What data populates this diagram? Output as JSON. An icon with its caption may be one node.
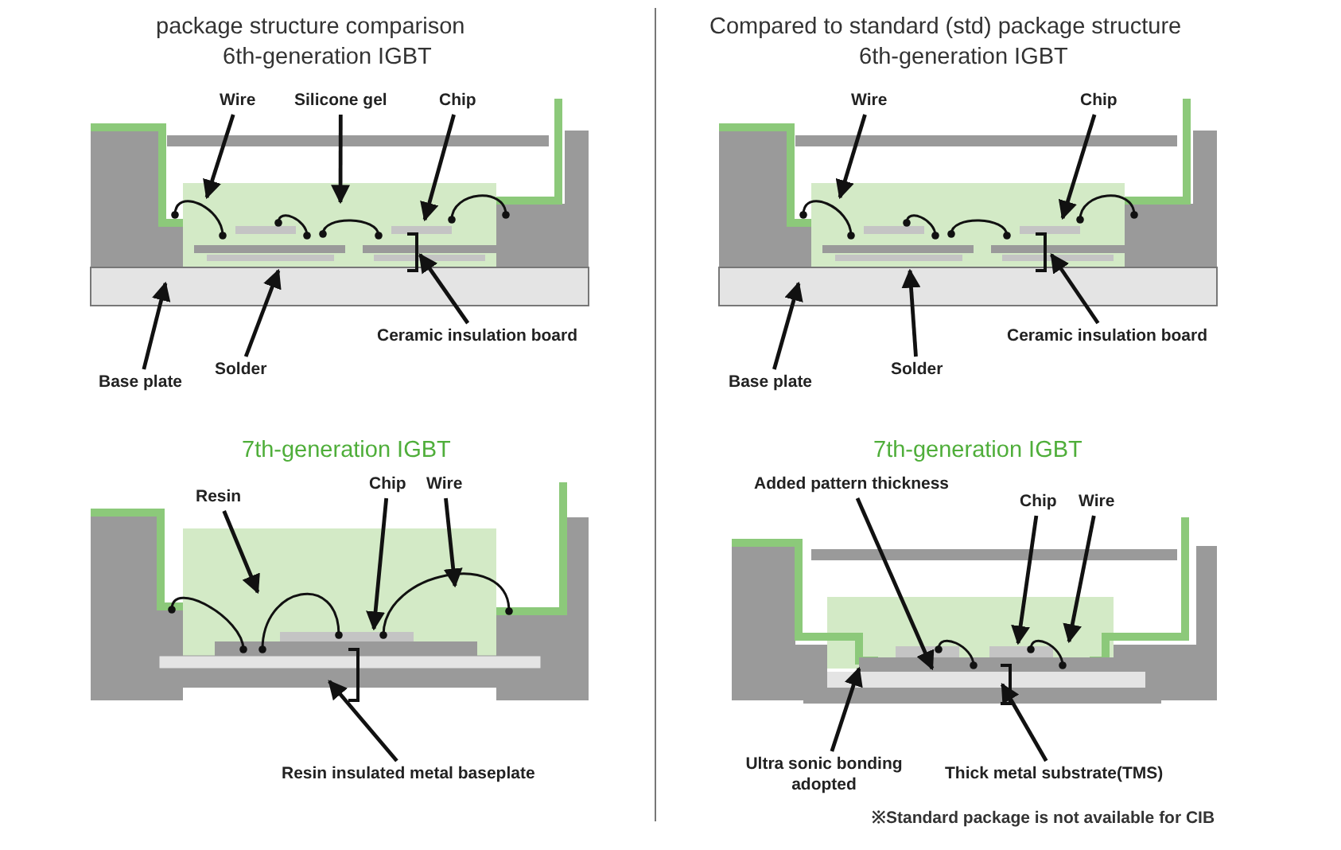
{
  "diagram": {
    "nodes": [
      {
        "text": [
          "Wire"
        ]
      },
      {
        "text": [
          "Silicone gel"
        ]
      },
      {
        "text": [
          "Chip"
        ]
      },
      {
        "text": [
          "Ceramic insulation board"
        ]
      },
      {
        "text": [
          "Solder"
        ]
      },
      {
        "text": [
          "Base plate"
        ]
      },
      {
        "text": [
          "Wire"
        ]
      },
      {
        "text": [
          "Chip"
        ]
      },
      {
        "text": [
          "Ceramic insulation board"
        ]
      },
      {
        "text": [
          "Solder"
        ]
      },
      {
        "text": [
          "Base plate"
        ]
      },
      {
        "text": [
          "Resin"
        ]
      },
      {
        "text": [
          "Chip"
        ]
      },
      {
        "text": [
          "Wire"
        ]
      },
      {
        "text": [
          "Resin insulated metal baseplate"
        ]
      },
      {
        "text": [
          "Added pattern thickness"
        ]
      },
      {
        "text": [
          "Chip"
        ]
      },
      {
        "text": [
          "Wire"
        ]
      },
      {
        "text": [
          "Ultra sonic bonding adopted"
        ]
      },
      {
        "text": [
          "Thick metal substrate(TMS)"
        ]
      }
    ],
    "edges": [
      {
        "from": 0,
        "to": null,
        "arrow": "to"
      },
      {
        "from": 1,
        "to": null,
        "arrow": "to"
      },
      {
        "from": 2,
        "to": null,
        "arrow": "to"
      },
      {
        "from": 3,
        "to": null,
        "arrow": "to"
      },
      {
        "from": 4,
        "to": null,
        "arrow": "to"
      },
      {
        "from": 5,
        "to": null,
        "arrow": "to"
      },
      {
        "from": 6,
        "to": null,
        "arrow": "to"
      },
      {
        "from": 7,
        "to": null,
        "arrow": "to"
      },
      {
        "from": 8,
        "to": null,
        "arrow": "to"
      },
      {
        "from": 9,
        "to": null,
        "arrow": "to"
      },
      {
        "from": 10,
        "to": null,
        "arrow": "to"
      },
      {
        "from": 11,
        "to": null,
        "arrow": "to"
      },
      {
        "from": 12,
        "to": null,
        "arrow": "to"
      },
      {
        "from": 13,
        "to": null,
        "arrow": "to"
      },
      {
        "from": 14,
        "to": null,
        "arrow": "to"
      },
      {
        "from": 15,
        "to": null,
        "arrow": "to"
      },
      {
        "from": 16,
        "to": null,
        "arrow": "to"
      },
      {
        "from": 17,
        "to": null,
        "arrow": "to"
      },
      {
        "from": 18,
        "to": null,
        "arrow": "to"
      },
      {
        "from": 19,
        "to": null,
        "arrow": "to"
      }
    ],
    "labels": [
      "package structure comparison",
      "6th-generation IGBT",
      "Compared to standard (std) package structure",
      "6th-generation IGBT",
      "7th-generation IGBT",
      "7th-generation IGBT",
      "※Standard package is not available for CIB"
    ]
  }
}
